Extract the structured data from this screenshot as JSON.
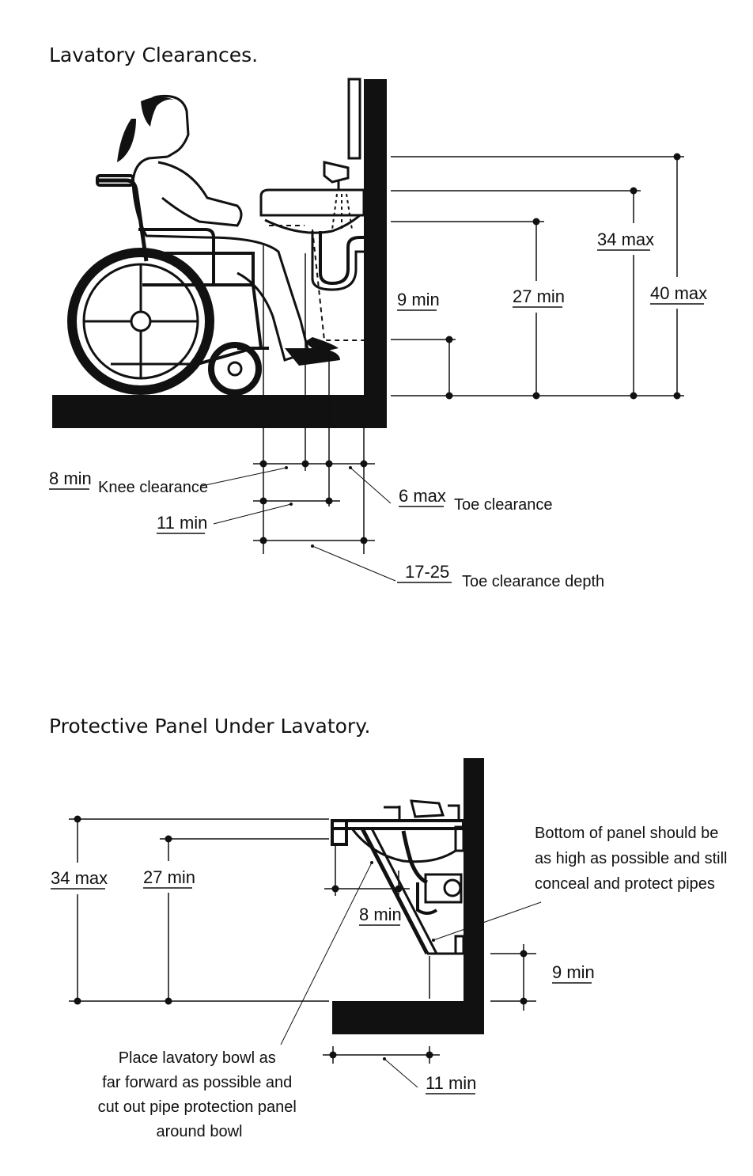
{
  "diagram_top": {
    "title": "Lavatory Clearances.",
    "dims": {
      "max40": "40 max",
      "max34": "34 max",
      "min27": "27 min",
      "min9": "9 min",
      "min8": "8 min",
      "min11": "11 min",
      "max6": "6 max",
      "depth": "17-25"
    },
    "labels": {
      "knee": "Knee clearance",
      "toe": "Toe clearance",
      "toe_depth": "Toe clearance depth"
    }
  },
  "diagram_bottom": {
    "title": "Protective Panel Under Lavatory.",
    "dims": {
      "max34": "34 max",
      "min27": "27 min",
      "min8": "8 min",
      "min9": "9 min",
      "min11": "11 min"
    },
    "notes": {
      "panel": [
        "Bottom of panel should be",
        "as high as possible and still",
        "conceal and protect pipes"
      ],
      "bowl": [
        "Place lavatory bowl as",
        "far forward as possible and",
        "cut out pipe protection panel",
        "around bowl"
      ]
    }
  },
  "colors": {
    "ink": "#111111",
    "background": "#ffffff"
  }
}
